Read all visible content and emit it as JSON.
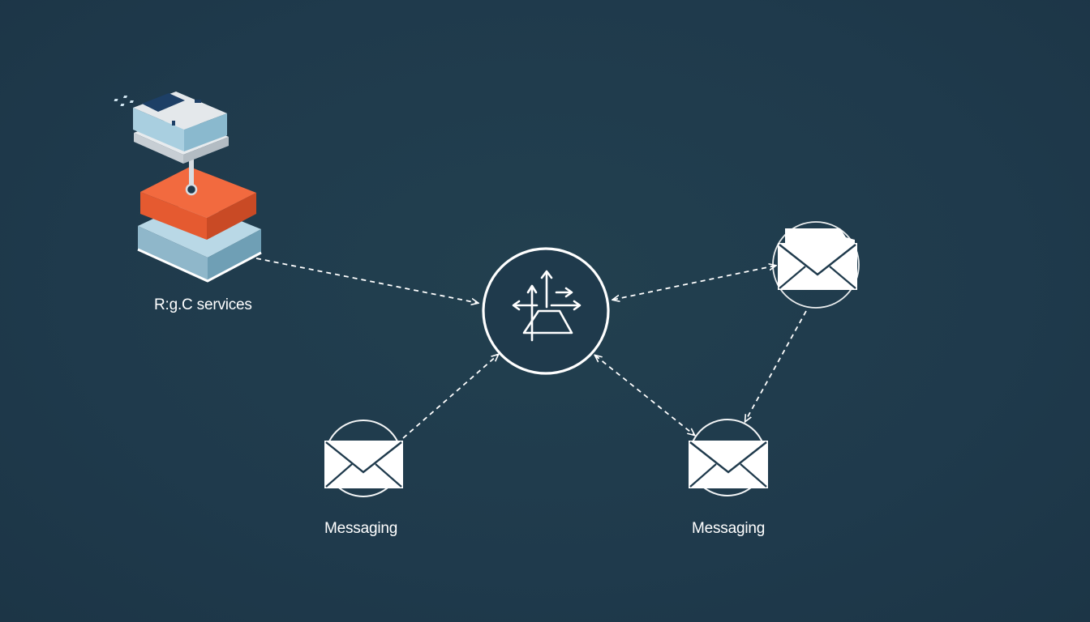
{
  "nodes": {
    "rpc_services": {
      "label": "R:g.C services",
      "icon": "server-stack-icon"
    },
    "router": {
      "label": "",
      "icon": "routing-arrows-icon"
    },
    "messaging_left": {
      "label": "Messaging",
      "icon": "envelope-icon"
    },
    "messaging_right": {
      "label": "Messaging",
      "icon": "envelope-icon"
    },
    "mailbox_top_right": {
      "label": "",
      "icon": "envelope-folder-icon"
    }
  },
  "edges": [
    {
      "from": "rpc_services",
      "to": "router",
      "style": "dashed",
      "arrow": "end"
    },
    {
      "from": "messaging_left",
      "to": "router",
      "style": "dashed",
      "arrow": "end"
    },
    {
      "from": "router",
      "to": "mailbox_top_right",
      "style": "dashed",
      "arrow": "both"
    },
    {
      "from": "router",
      "to": "messaging_right",
      "style": "dashed",
      "arrow": "both"
    },
    {
      "from": "mailbox_top_right",
      "to": "messaging_right",
      "style": "dashed",
      "arrow": "end"
    }
  ],
  "colors": {
    "background": "#1f3a4c",
    "stroke": "#ffffff",
    "accent_orange": "#f0643a",
    "accent_light_blue": "#a9cfe0",
    "accent_gray": "#d8dde2",
    "chip_navy": "#1d3f66"
  }
}
